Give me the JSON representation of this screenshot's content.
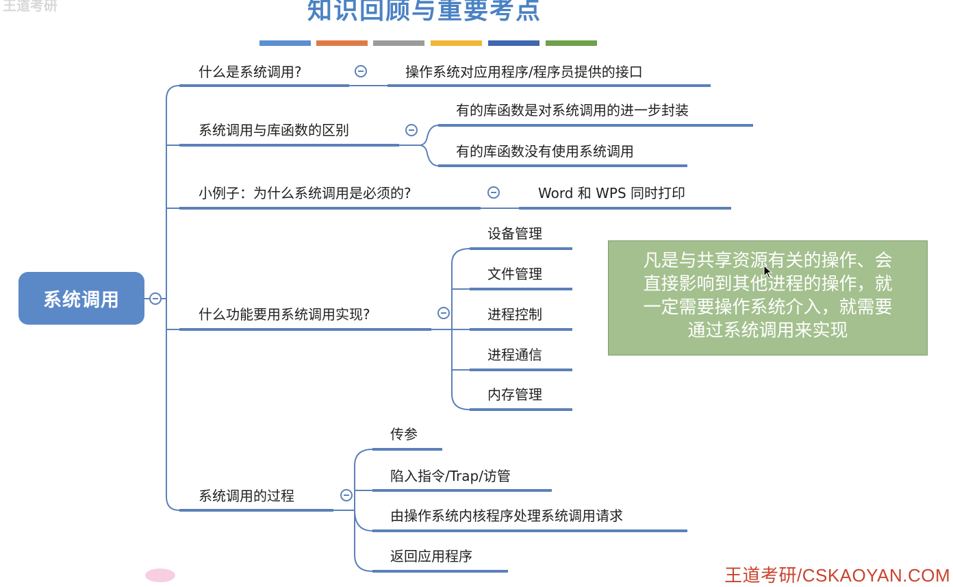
{
  "header": {
    "title": "知识回顾与重要考点",
    "watermark": "王道考研",
    "stripe_colors": [
      "#5b8fd0",
      "#e07a45",
      "#9b9b9b",
      "#f2b636",
      "#3f66b0",
      "#6fa04a"
    ]
  },
  "root": {
    "label": "系统调用"
  },
  "branches": [
    {
      "label": "什么是系统调用?",
      "children": [
        "操作系统对应用程序/程序员提供的接口"
      ]
    },
    {
      "label": "系统调用与库函数的区别",
      "children": [
        "有的库函数是对系统调用的进一步封装",
        "有的库函数没有使用系统调用"
      ]
    },
    {
      "label": "小例子：为什么系统调用是必须的?",
      "children": [
        "Word 和 WPS 同时打印"
      ]
    },
    {
      "label": "什么功能要用系统调用实现?",
      "children": [
        "设备管理",
        "文件管理",
        "进程控制",
        "进程通信",
        "内存管理"
      ]
    },
    {
      "label": "系统调用的过程",
      "children": [
        "传参",
        "陷入指令/Trap/访管",
        "由操作系统内核程序处理系统调用请求",
        "返回应用程序"
      ]
    }
  ],
  "callout": {
    "lines": [
      "凡是与共享资源有关的操作、会",
      "直接影响到其他进程的操作，就",
      "一定需要操作系统介入，就需要",
      "通过系统调用来实现"
    ],
    "color": "#a3c08e"
  },
  "footer": {
    "text": "王道考研/CSKAOYAN.COM"
  },
  "colors": {
    "line": "#5b80b8",
    "root": "#5b89c8",
    "footer": "#c8432c"
  }
}
